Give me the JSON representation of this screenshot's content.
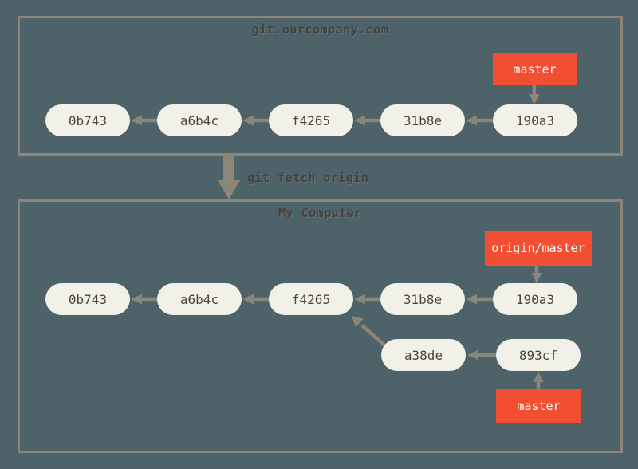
{
  "colors": {
    "background": "#4e626a",
    "box_border": "#8c8579",
    "arrow": "#8c8579",
    "node_fill": "#f1f0e9",
    "node_text": "#4b463f",
    "branch_bg": "#f14e32",
    "branch_text": "#ffffff",
    "title_text": "#46423b"
  },
  "fetch_command": "git fetch origin",
  "remote": {
    "title": "git.ourcompany.com",
    "branch_label": "master",
    "commits": [
      "0b743",
      "a6b4c",
      "f4265",
      "31b8e",
      "190a3"
    ]
  },
  "local": {
    "title": "My Computer",
    "remote_branch_label": "origin/master",
    "branch_label": "master",
    "commits_main": [
      "0b743",
      "a6b4c",
      "f4265",
      "31b8e",
      "190a3"
    ],
    "commits_branch": [
      "a38de",
      "893cf"
    ]
  }
}
